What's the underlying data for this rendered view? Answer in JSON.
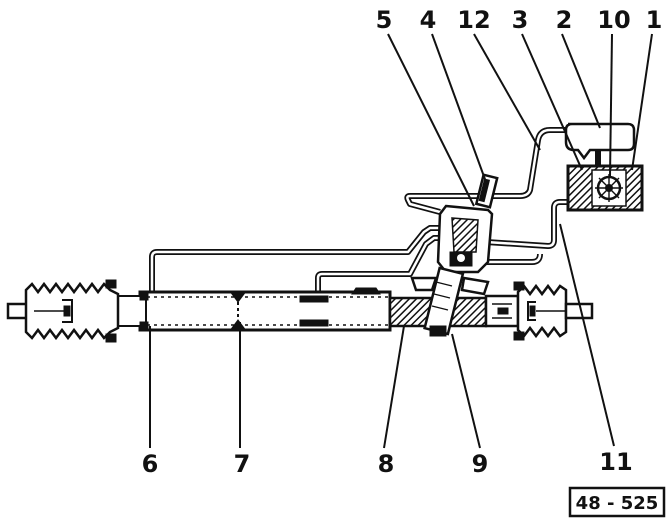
{
  "callouts": {
    "c5": "5",
    "c4": "4",
    "c12": "12",
    "c3": "3",
    "c2": "2",
    "c10": "10",
    "c1": "1",
    "c6": "6",
    "c7": "7",
    "c8": "8",
    "c9": "9",
    "c11": "11"
  },
  "figure_reference": "48 - 525",
  "colors": {
    "ink": "#111111",
    "paper": "#ffffff"
  }
}
